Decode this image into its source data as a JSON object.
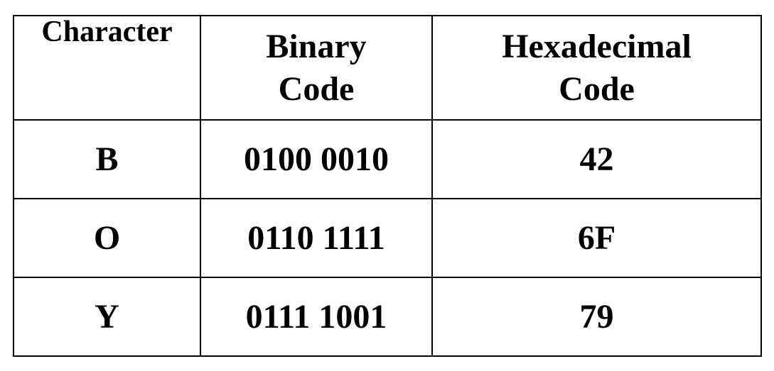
{
  "table": {
    "headers": {
      "character": "Character",
      "binary": [
        "Binary",
        "Code"
      ],
      "hex": [
        "Hexadecimal",
        "Code"
      ]
    },
    "rows": [
      {
        "character": "B",
        "binary": "0100 0010",
        "hex": "42"
      },
      {
        "character": "O",
        "binary": "0110 1111",
        "hex": "6F"
      },
      {
        "character": "Y",
        "binary": "0111 1001",
        "hex": "79"
      }
    ]
  }
}
